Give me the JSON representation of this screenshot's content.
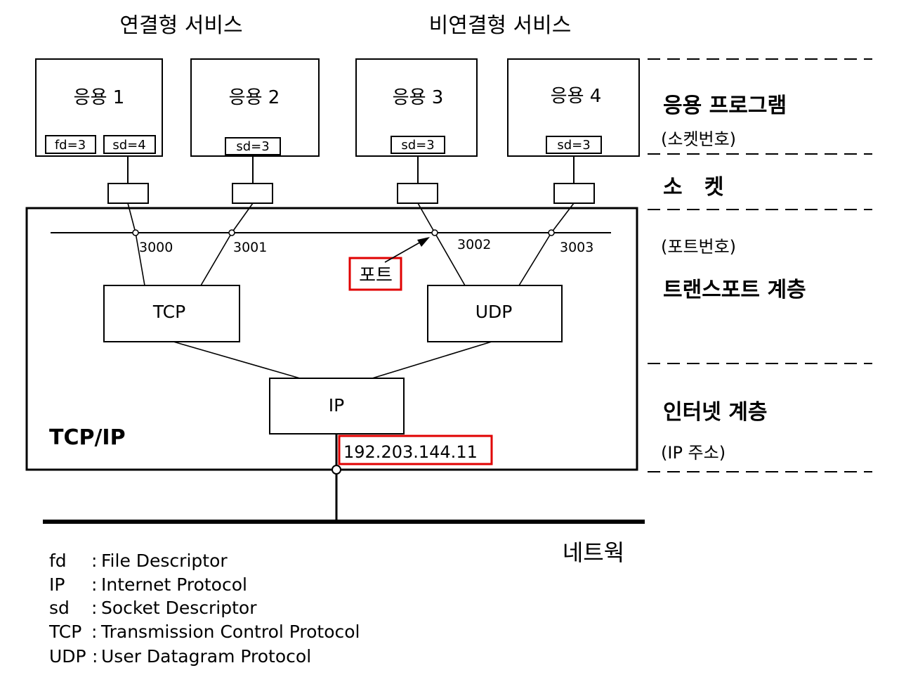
{
  "services": {
    "connection": "연결형 서비스",
    "connectionless": "비연결형 서비스"
  },
  "apps": [
    {
      "name": "응용 1",
      "descriptors": [
        "fd=3",
        "sd=4"
      ]
    },
    {
      "name": "응용 2",
      "descriptors": [
        "sd=3"
      ]
    },
    {
      "name": "응용 3",
      "descriptors": [
        "sd=3"
      ]
    },
    {
      "name": "응용 4",
      "descriptors": [
        "sd=3"
      ]
    }
  ],
  "ports": [
    "3000",
    "3001",
    "3002",
    "3003"
  ],
  "port_label": "포트",
  "protocols": {
    "tcp": "TCP",
    "udp": "UDP",
    "ip": "IP"
  },
  "stack_label": "TCP/IP",
  "ip_address": "192.203.144.11",
  "network_label": "네트웍",
  "layers": {
    "application": "응용 프로그램",
    "application_sub": "(소켓번호)",
    "socket": "소   켓",
    "port_sub": "(포트번호)",
    "transport": "트랜스포트 계층",
    "internet": "인터넷 계층",
    "internet_sub": "(IP 주소)"
  },
  "legend": [
    {
      "abbr": "fd",
      "sep": ":",
      "text": "File Descriptor"
    },
    {
      "abbr": "IP",
      "sep": ":",
      "text": "Internet Protocol"
    },
    {
      "abbr": "sd",
      "sep": ":",
      "text": "Socket Descriptor"
    },
    {
      "abbr": "TCP",
      "sep": ":",
      "text": "Transmission Control Protocol"
    },
    {
      "abbr": "UDP",
      "sep": ":",
      "text": "User Datagram Protocol"
    }
  ],
  "colors": {
    "line": "#000000",
    "highlight": "#e00000",
    "background": "#ffffff"
  }
}
